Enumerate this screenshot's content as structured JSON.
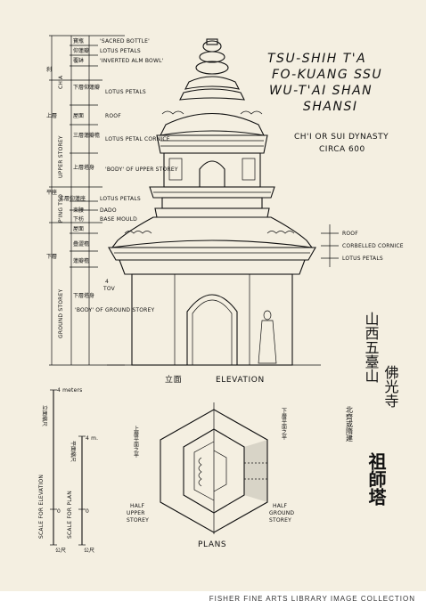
{
  "title": {
    "line1": "TSU-SHIH T'A",
    "line2": "FO-KUANG SSU",
    "line3": "WU-T'AI SHAN",
    "line4": "SHANSI",
    "line5": "CH'I OR SUI DYNASTY",
    "line6": "CIRCA 600"
  },
  "chinese_title": {
    "col1": "山西五臺山",
    "col2": "佛光寺",
    "col3": "祖師塔",
    "small": "北齊或隋建"
  },
  "left_labels": [
    {
      "cjk": "寶瓶",
      "en": "'SACRED BOTTLE'"
    },
    {
      "cjk": "仰蓮瓣",
      "en": "LOTUS PETALS"
    },
    {
      "cjk": "覆缽",
      "en": "'INVERTED ALM BOWL'"
    },
    {
      "cjk": "下層仰蓮瓣",
      "en": "LOTUS PETALS"
    },
    {
      "cjk": "屋面",
      "en": "ROOF"
    },
    {
      "cjk": "三層蓮瓣檐",
      "en": "LOTUS PETAL CORNICE"
    },
    {
      "cjk": "上層塔身",
      "en": "'BODY' OF UPPER STOREY"
    },
    {
      "cjk": "三層仰蓮座",
      "en": "LOTUS PETALS"
    },
    {
      "cjk": "束腰",
      "en": "DADO"
    },
    {
      "cjk": "下枋",
      "en": "BASE MOULD"
    },
    {
      "cjk": "屋面",
      "en": ""
    },
    {
      "cjk": "疊澀檐",
      "en": ""
    },
    {
      "cjk": "蓮瓣檐",
      "en": ""
    },
    {
      "cjk": "下層塔身",
      "en": "'BODY' OF GROUND STOREY"
    }
  ],
  "section_labels": {
    "chia": "CH'A",
    "upper": "UPPER STOREY",
    "pingtso": "P'ING TSO",
    "ground": "GROUND STOREY",
    "cjk_cha": "刹",
    "cjk_upper": "上層",
    "cjk_pingtso": "平座",
    "cjk_ground": "下層"
  },
  "right_labels": {
    "roof": "ROOF",
    "corbelled": "CORBELLED CORNICE",
    "lotus": "LOTUS PETALS"
  },
  "tov_label": "4\nTOV",
  "elevation_caption": {
    "cjk": "立面",
    "en": "ELEVATION"
  },
  "plans_caption": "PLANS",
  "plan_labels": {
    "upper_cjk": "上層平面之半",
    "ground_cjk": "下層平面之半",
    "upper_en": "HALF UPPER STOREY",
    "ground_en": "HALF GROUND STOREY"
  },
  "scales": {
    "elevation_top": "4 meters",
    "elevation_label": "SCALE FOR ELEVATION",
    "elevation_cjk": "立面縮尺",
    "plan_top": "4 m.",
    "plan_label": "SCALE FOR PLAN",
    "plan_cjk": "平面縮尺",
    "zero": "0",
    "unit_cjk": "公尺"
  },
  "footer": "FISHER FINE ARTS LIBRARY IMAGE COLLECTION",
  "colors": {
    "paper": "#f4efe1",
    "ink": "#111111"
  }
}
